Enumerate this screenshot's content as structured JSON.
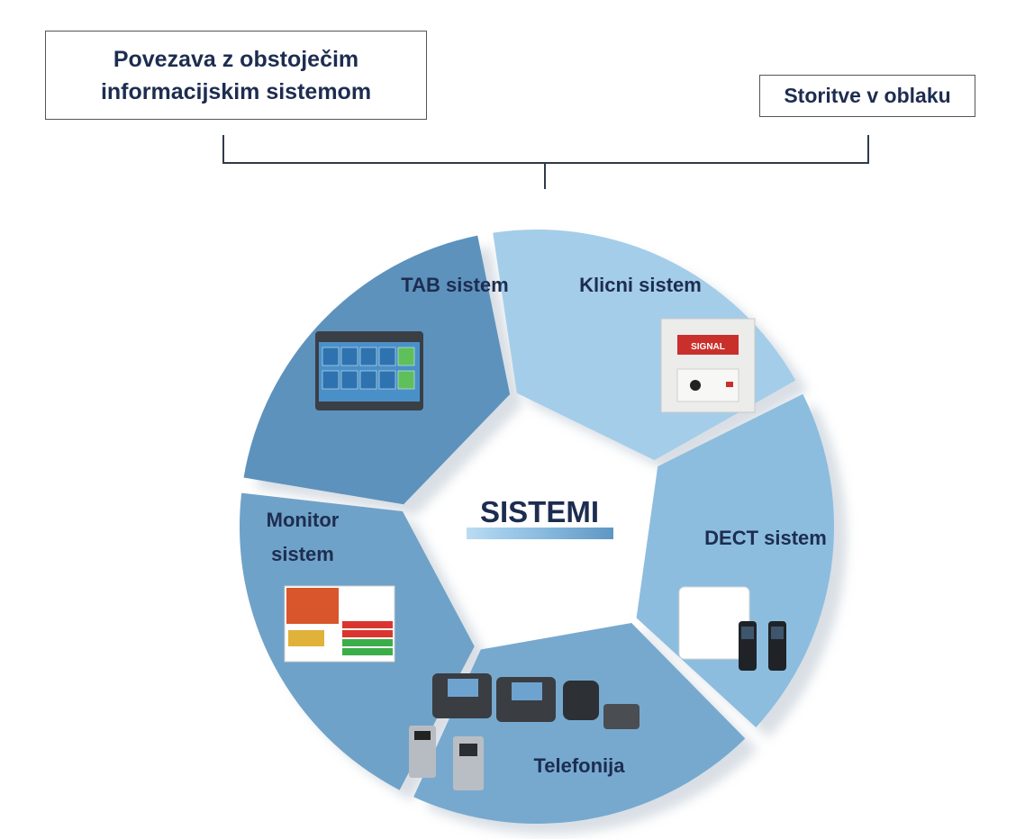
{
  "top_boxes": {
    "left": "Povezava z obstoječim\ninformacijskim sistemom",
    "right": "Storitve v oblaku"
  },
  "center_title": "SISTEMI",
  "segments": [
    {
      "label_lines": [
        "TAB sistem"
      ],
      "color": "#a4cde9",
      "icon": "tablet-screen-icon"
    },
    {
      "label_lines": [
        "Klicni sistem"
      ],
      "color": "#8cbddf",
      "icon": "call-panel-icon"
    },
    {
      "label_lines": [
        "DECT sistem"
      ],
      "color": "#77a9cf",
      "icon": "dect-handset-icon"
    },
    {
      "label_lines": [
        "Telefonija"
      ],
      "color": "#6fa2c8",
      "icon": "desk-phones-icon"
    },
    {
      "label_lines": [
        "Monitor",
        "sistem"
      ],
      "color": "#5d92bd",
      "icon": "monitor-screen-icon"
    }
  ],
  "icon_texts": {
    "call_panel": "SIGNAL"
  }
}
